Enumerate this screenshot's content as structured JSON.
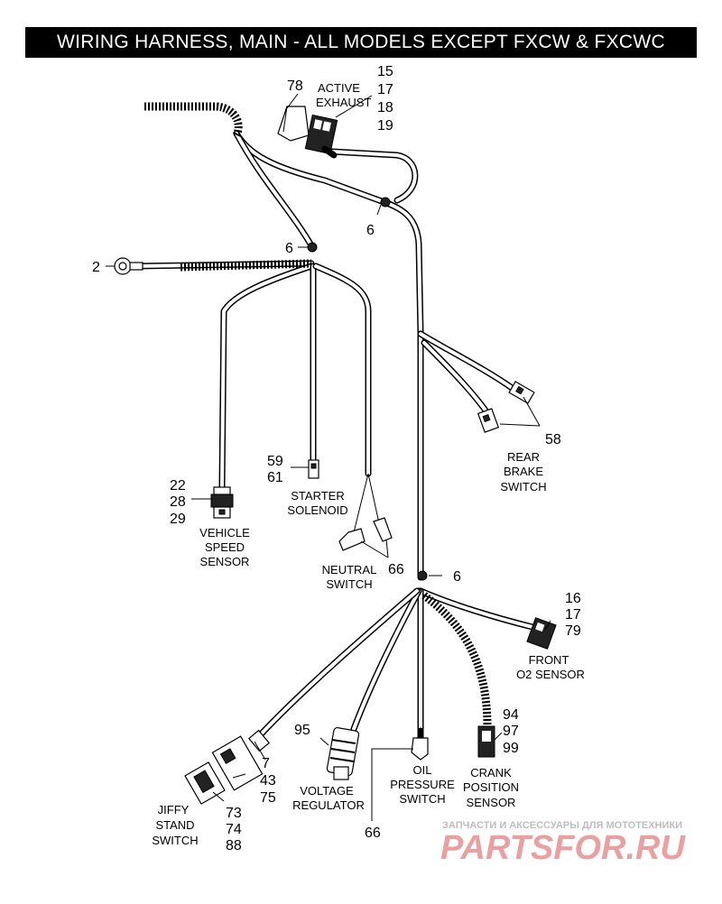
{
  "title": "WIRING HARNESS, MAIN - ALL MODELS EXCEPT FXCW & FXCWC",
  "labels": {
    "active_exhaust": [
      "ACTIVE",
      "EXHAUST"
    ],
    "vehicle_speed_sensor": [
      "VEHICLE",
      "SPEED",
      "SENSOR"
    ],
    "starter_solenoid": [
      "STARTER",
      "SOLENOID"
    ],
    "neutral_switch": [
      "NEUTRAL",
      "SWITCH"
    ],
    "rear_brake_switch": [
      "REAR",
      "BRAKE",
      "SWITCH"
    ],
    "front_o2_sensor": [
      "FRONT",
      "O2 SENSOR"
    ],
    "voltage_regulator": [
      "VOLTAGE",
      "REGULATOR"
    ],
    "oil_pressure_switch": [
      "OIL",
      "PRESSURE",
      "SWITCH"
    ],
    "crank_position_sensor": [
      "CRANK",
      "POSITION",
      "SENSOR"
    ],
    "jiffy_stand_switch": [
      "JIFFY",
      "STAND",
      "SWITCH"
    ]
  },
  "callouts": {
    "ring_terminal": "2",
    "active_exhaust_cover": "78",
    "active_exhaust_parts": [
      "15",
      "17",
      "18",
      "19"
    ],
    "clip_upper_right": "6",
    "clip_upper_left": "6",
    "clip_lower": "6",
    "rear_brake": "58",
    "speed_sensor_parts": [
      "22",
      "28",
      "29"
    ],
    "starter_parts": [
      "59",
      "61"
    ],
    "neutral": "66",
    "o2_parts": [
      "16",
      "17",
      "79"
    ],
    "regulator": "95",
    "crank_parts": [
      "94",
      "97",
      "99"
    ],
    "jiffy_upper": [
      "7",
      "43",
      "75"
    ],
    "jiffy_lower": [
      "73",
      "74",
      "88"
    ],
    "oil_pressure": "66"
  },
  "watermark": {
    "tagline": "ЗАПЧАСТИ И АКСЕССУАРЫ ДЛЯ МОТОТЕХНИКИ",
    "logo": "PARTSFOR.RU"
  }
}
